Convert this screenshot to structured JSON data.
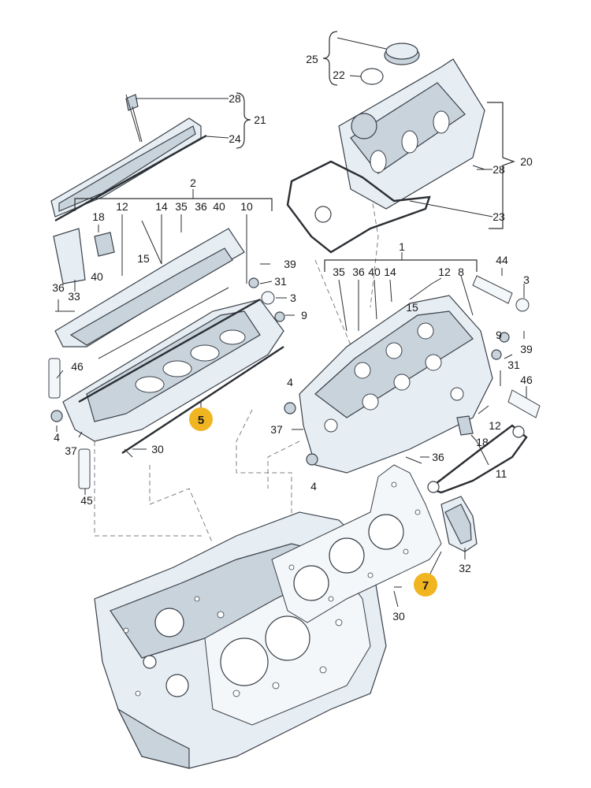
{
  "diagram": {
    "labels": {
      "l1": "1",
      "l2": "2",
      "l3a": "3",
      "l3b": "3",
      "l4a": "4",
      "l4b": "4",
      "l4c": "4",
      "l5": "5",
      "l7": "7",
      "l8": "8",
      "l9a": "9",
      "l9b": "9",
      "l10": "10",
      "l11": "11",
      "l12a": "12",
      "l12b": "12",
      "l12c": "12",
      "l14a": "14",
      "l14b": "14",
      "l15a": "15",
      "l15b": "15",
      "l18a": "18",
      "l18b": "18",
      "l20": "20",
      "l21": "21",
      "l22": "22",
      "l23": "23",
      "l24": "24",
      "l25": "25",
      "l28a": "28",
      "l28b": "28",
      "l30a": "30",
      "l30b": "30",
      "l31a": "31",
      "l31b": "31",
      "l32": "32",
      "l33": "33",
      "l35a": "35",
      "l35b": "35",
      "l36a": "36",
      "l36b": "36",
      "l36c": "36",
      "l36d": "36",
      "l37a": "37",
      "l37b": "37",
      "l39a": "39",
      "l39b": "39",
      "l40a": "40",
      "l40b": "40",
      "l40c": "40",
      "l44": "44",
      "l45": "45",
      "l46a": "46",
      "l46b": "46"
    },
    "accent_color": "#f0b520"
  }
}
